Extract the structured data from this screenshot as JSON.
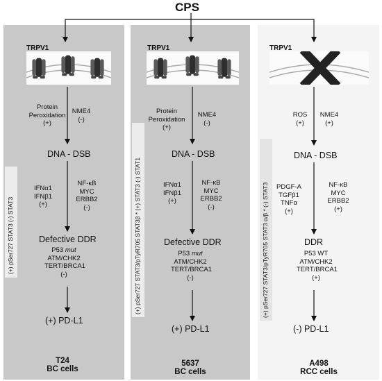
{
  "title": "CPS",
  "panels": [
    {
      "receptor": "TRPV1",
      "p1a": "Protein",
      "p1b": "Peroxidation",
      "p1c": "(+)",
      "n1a": "NME4",
      "n1b": "(-)",
      "dsb": "DNA - DSB",
      "l2a": "IFNα1",
      "l2b": "IFNβ1",
      "l2c": "(+)",
      "r2a": "NF-κB",
      "r2b": "MYC",
      "r2c": "ERBB2",
      "r2d": "(-)",
      "ddr": "Defective DDR",
      "g1_pre": "P53 ",
      "g1_it": "mut",
      "g2": "ATM/CHK2",
      "g3": "TERT/BRCA1",
      "g4": "(-)",
      "pdl1": "(+) PD-L1",
      "vert": "(+) pSer727 STAT3 (-) STAT3",
      "cell1": "T24",
      "cell2": "BC cells"
    },
    {
      "receptor": "TRPV1",
      "p1a": "Protein",
      "p1b": "Peroxidation",
      "p1c": "(+)",
      "n1a": "NME4",
      "n1b": "(-)",
      "dsb": "DNA - DSB",
      "l2a": "IFNα1",
      "l2b": "IFNβ1",
      "l2c": "(+)",
      "r2a": "NF-κB",
      "r2b": "MYC",
      "r2c": "ERBB2",
      "r2d": "(-)",
      "ddr": "Defective DDR",
      "g1_pre": "P53 ",
      "g1_it": "mut",
      "g2": "ATM/CHK2",
      "g3": "TERT/BRCA1",
      "g4": "(-)",
      "pdl1": "(+) PD-L1",
      "vert": "(+) pSer727 STAT3/pTyR705 STAT3β * (+) STAT3 (-) STAT1",
      "cell1": "5637",
      "cell2": "BC cells"
    },
    {
      "receptor": "TRPV1",
      "p1a": "ROS",
      "p1b": "(+)",
      "n1a": "NME4",
      "n1b": "(+)",
      "dsb": "DNA - DSB",
      "l2a": "PDGF-A",
      "l2b": "TGFβ1",
      "l2c": "TNFα",
      "l2d": "(+)",
      "r2a": "NF-κB",
      "r2b": "MYC",
      "r2c": "ERBB2",
      "r2d": "(+)",
      "ddr": "DDR",
      "g1": "P53 WT",
      "g2": "ATM/CHK2",
      "g3": "TERT/BRCA1",
      "g4": "(+)",
      "pdl1": "(-)  PD-L1",
      "vert": "(+) pSer727 STAT3/pTyR705 STAT3 α/β * (-) STAT3",
      "cell1": "A498",
      "cell2": "RCC cells"
    }
  ]
}
